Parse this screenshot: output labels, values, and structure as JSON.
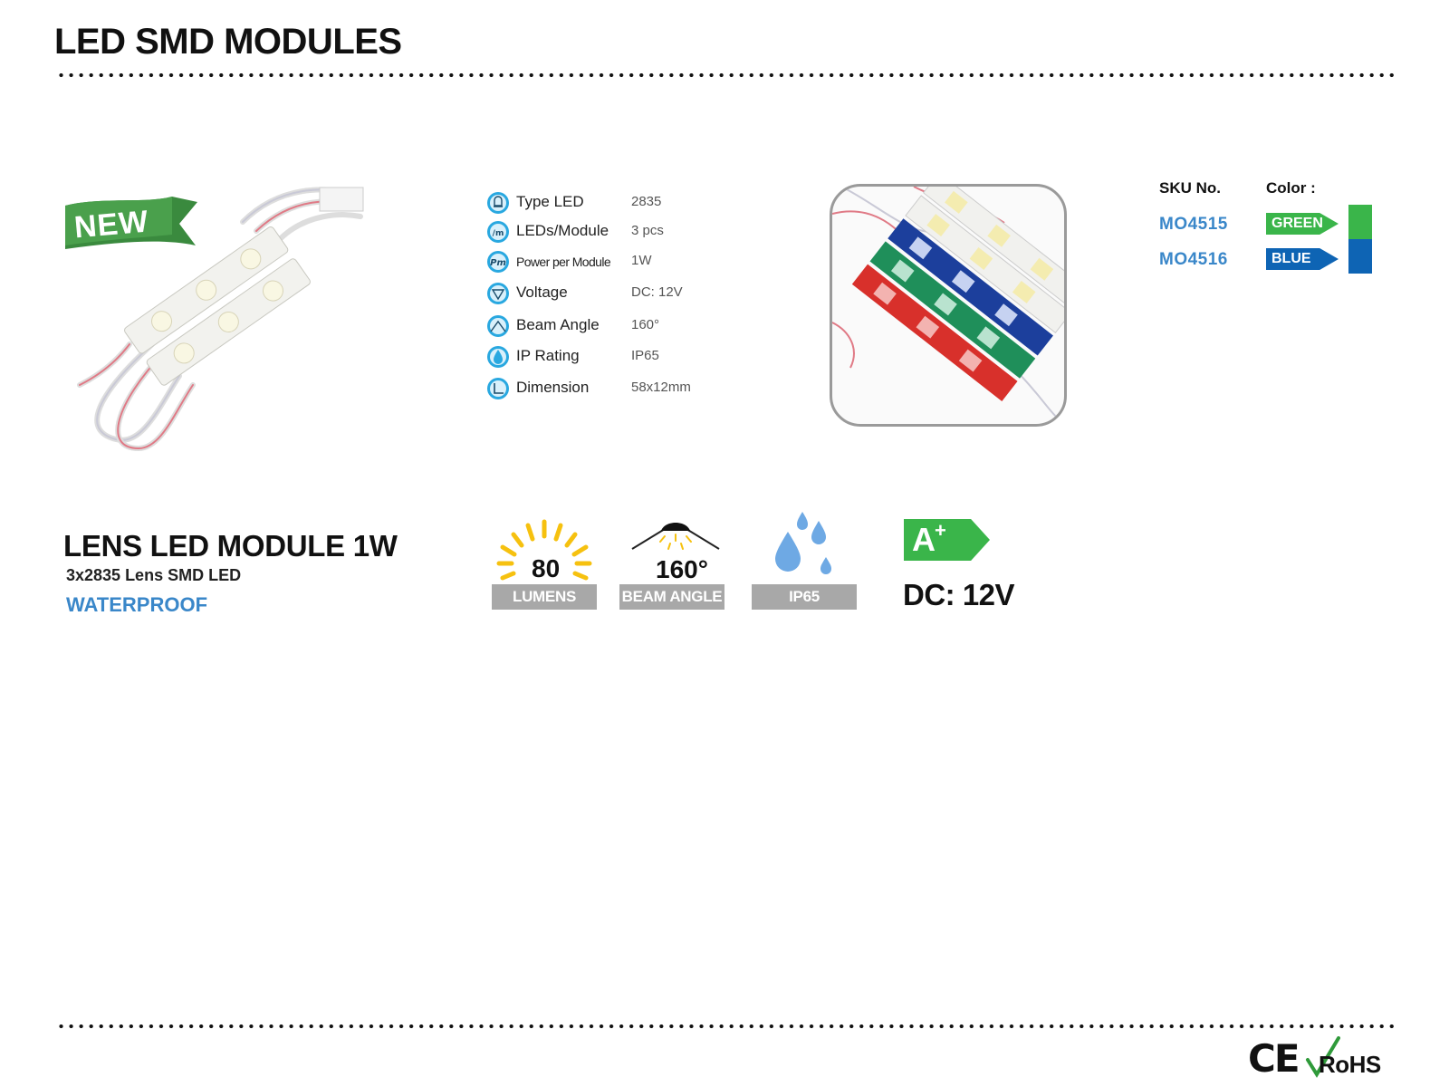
{
  "header": {
    "title": "LED SMD MODULES"
  },
  "new_badge": "NEW",
  "specs": [
    {
      "icon": "bulb-icon",
      "label": "Type LED",
      "value": "2835"
    },
    {
      "icon": "leds-per-module-icon",
      "label": "LEDs/Module",
      "value": "3 pcs"
    },
    {
      "icon": "power-icon",
      "label": "Power per Module",
      "value": "1W"
    },
    {
      "icon": "voltage-icon",
      "label": "Voltage",
      "value": "DC: 12V"
    },
    {
      "icon": "beam-angle-icon",
      "label": "Beam Angle",
      "value": "160°"
    },
    {
      "icon": "ip-rating-icon",
      "label": "IP Rating",
      "value": "IP65"
    },
    {
      "icon": "dimension-icon",
      "label": "Dimension",
      "value": "58x12mm"
    }
  ],
  "sku_table": {
    "sku_header": "SKU No.",
    "color_header": "Color :",
    "rows": [
      {
        "sku": "MO4515",
        "color_name": "GREEN",
        "color_hex": "#3ab54a"
      },
      {
        "sku": "MO4516",
        "color_name": "BLUE",
        "color_hex": "#0e64b4"
      }
    ]
  },
  "product": {
    "name": "LENS LED MODULE 1W",
    "subtitle": "3x2835 Lens SMD LED",
    "feature": "WATERPROOF"
  },
  "badges": {
    "lumens_value": "80",
    "lumens_label": "LUMENS",
    "beam_value": "160°",
    "beam_label": "BEAM ANGLE",
    "ip_label": "IP65"
  },
  "energy_class": {
    "letter": "A",
    "plus": "+"
  },
  "voltage_text": "DC: 12V",
  "certifications": {
    "ce": "CE",
    "rohs": "RoHS"
  },
  "colors": {
    "accent_blue": "#3a87c9",
    "green": "#3ab54a",
    "blue": "#0e64b4",
    "icon_blue": "#29a8e0"
  }
}
